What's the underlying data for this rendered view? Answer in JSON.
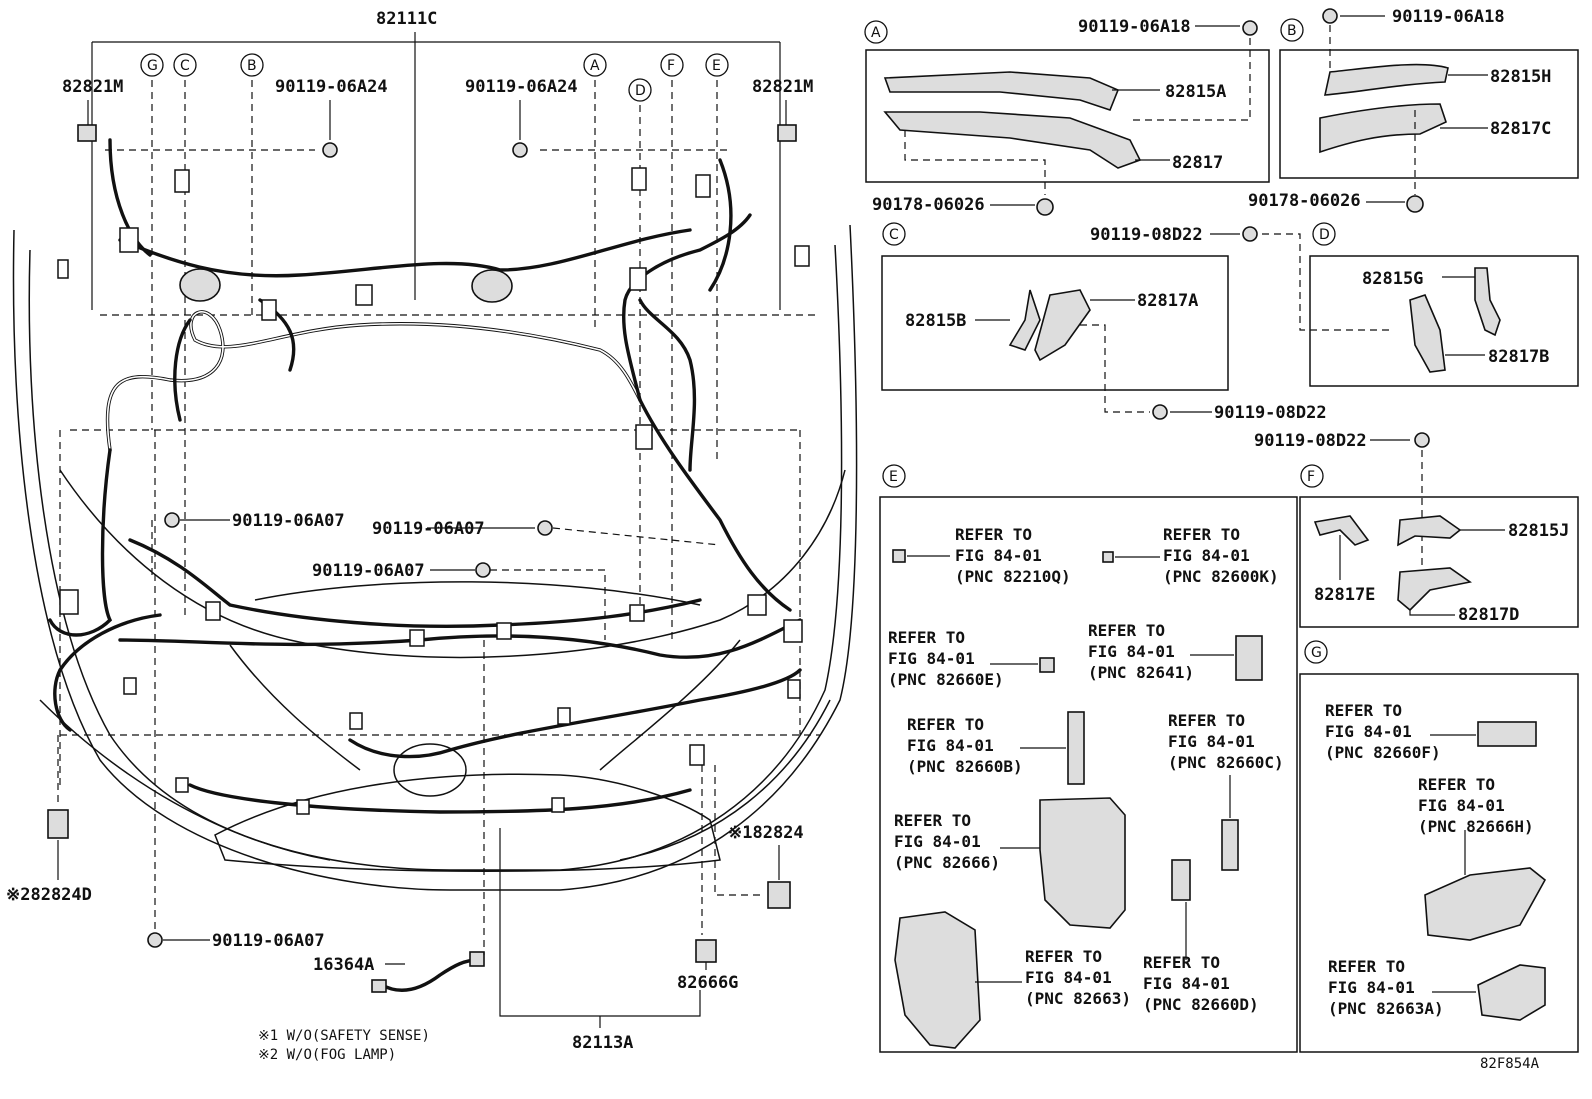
{
  "main_part": "82111C",
  "main_labels": {
    "m_left": "82821M",
    "m_right": "82821M",
    "bolt_a24_left": "90119-06A24",
    "bolt_a24_right": "90119-06A24",
    "bolt_a07_1": "90119-06A07",
    "bolt_a07_2": "90119-06A07",
    "bolt_a07_3": "90119-06A07",
    "bolt_a07_4": "90119-06A07",
    "p82824d": "※282824D",
    "p82824": "※182824",
    "p16364a": "16364A",
    "p82666g": "82666G",
    "p82113a": "82113A"
  },
  "view_letters": [
    "A",
    "B",
    "C",
    "D",
    "E",
    "F",
    "G"
  ],
  "top_callouts": [
    "G",
    "C",
    "B",
    "A",
    "D",
    "F",
    "E"
  ],
  "panel_a": {
    "bolt": "90119-06A18",
    "p1": "82815A",
    "p2": "82817",
    "clip": "90178-06026"
  },
  "panel_b": {
    "bolt": "90119-06A18",
    "p1": "82815H",
    "p2": "82817C",
    "clip": "90178-06026"
  },
  "panel_c": {
    "bolt": "90119-08D22",
    "p1": "82815B",
    "p2": "82817A",
    "bolt2": "90119-08D22"
  },
  "panel_d": {
    "p1": "82815G",
    "p2": "82817B"
  },
  "panel_f": {
    "bolt": "90119-08D22",
    "p1": "82815J",
    "p2": "82817E",
    "p3": "82817D"
  },
  "panel_e": [
    {
      "l1": "REFER TO",
      "l2": "FIG 84-01",
      "l3": "(PNC 82210Q)"
    },
    {
      "l1": "REFER TO",
      "l2": "FIG 84-01",
      "l3": "(PNC 82600K)"
    },
    {
      "l1": "REFER TO",
      "l2": "FIG 84-01",
      "l3": "(PNC 82660E)"
    },
    {
      "l1": "REFER TO",
      "l2": "FIG 84-01",
      "l3": "(PNC 82641)"
    },
    {
      "l1": "REFER TO",
      "l2": "FIG 84-01",
      "l3": "(PNC 82660B)"
    },
    {
      "l1": "REFER TO",
      "l2": "FIG 84-01",
      "l3": "(PNC 82660C)"
    },
    {
      "l1": "REFER TO",
      "l2": "FIG 84-01",
      "l3": "(PNC 82666)"
    },
    {
      "l1": "REFER TO",
      "l2": "FIG 84-01",
      "l3": "(PNC 82663)"
    },
    {
      "l1": "REFER TO",
      "l2": "FIG 84-01",
      "l3": "(PNC 82660D)"
    }
  ],
  "panel_g": [
    {
      "l1": "REFER TO",
      "l2": "FIG 84-01",
      "l3": "(PNC 82660F)"
    },
    {
      "l1": "REFER TO",
      "l2": "FIG 84-01",
      "l3": "(PNC 82666H)"
    },
    {
      "l1": "REFER TO",
      "l2": "FIG 84-01",
      "l3": "(PNC 82663A)"
    }
  ],
  "notes": [
    "※1 W/O(SAFETY SENSE)",
    "※2 W/O(FOG LAMP)"
  ],
  "figure_code": "82F854A"
}
